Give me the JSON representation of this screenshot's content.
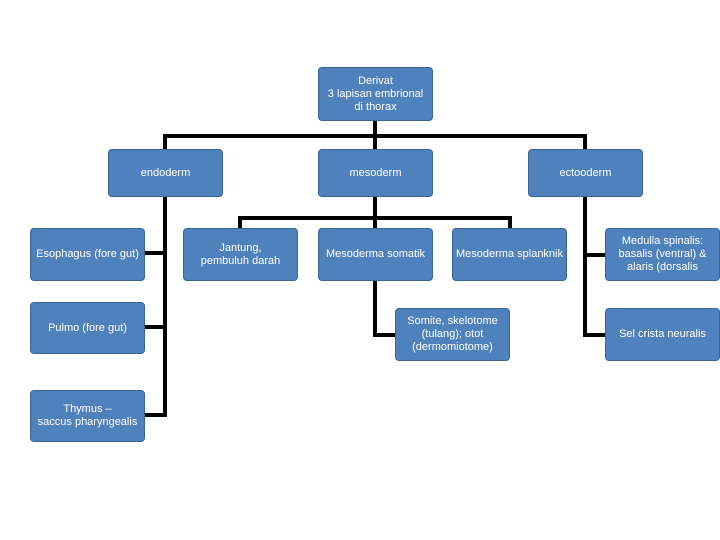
{
  "nodes": {
    "root": "Derivat\n3 lapisan embrional\ndi thorax",
    "endoderm": "endoderm",
    "mesoderm": "mesoderm",
    "ectoderm": "ectooderm",
    "esophagus": "Esophagus (fore gut)",
    "pulmo": "Pulmo (fore gut)",
    "thymus": "Thymus –\nsaccus pharyngealis",
    "jantung": "Jantung,\npembuluh darah",
    "meso_somatik": "Mesoderma somatik",
    "meso_splanknik": "Mesoderma splanknik",
    "somite": "Somite, skelotome\n(tulang); otot\n(dermomiotome)",
    "medulla": "Medulla spinalis:\nbasalis (ventral) &\nalaris (dorsalis",
    "crista": "Sel crista neuralis"
  },
  "colors": {
    "box_fill": "#4f81bd",
    "box_border": "#3a6494",
    "line": "#000000",
    "text": "#ffffff"
  }
}
